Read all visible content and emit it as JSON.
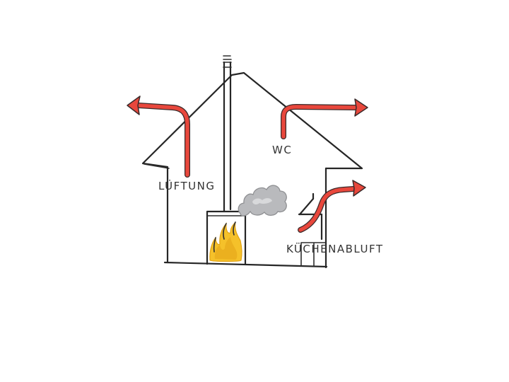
{
  "labels": {
    "lueftung": "LÜFTUNG",
    "wc": "WC",
    "kuechenabluft": "KÜCHENABLUFT"
  },
  "colors": {
    "ink": "#262626",
    "arrow": "#e8473c",
    "arrow_outline": "#3a2a2a",
    "flame": "#f5c12a",
    "flame_dark": "#e2a316",
    "smoke": "#b9babd"
  }
}
